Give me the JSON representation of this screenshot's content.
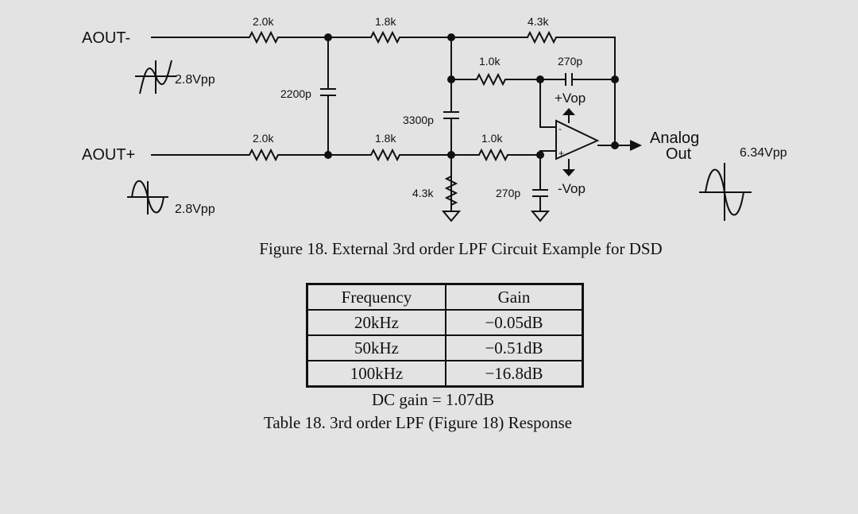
{
  "figure": {
    "input_neg": "AOUT-",
    "input_pos": "AOUT+",
    "amp_neg": "2.8Vpp",
    "amp_pos": "2.8Vpp",
    "r_in_neg": "2.0k",
    "r_in_pos": "2.0k",
    "r_mid_neg": "1.8k",
    "r_mid_pos": "1.8k",
    "r_fb_top": "4.3k",
    "r_fb_inner": "1.0k",
    "r_in_plus": "1.0k",
    "r_gnd": "4.3k",
    "c_fb": "270p",
    "c_gnd": "270p",
    "c1": "2200p",
    "c2": "3300p",
    "vop_pos": "+Vop",
    "vop_neg": "-Vop",
    "opamp_minus": "-",
    "opamp_plus": "+",
    "out_label_1": "Analog",
    "out_label_2": "Out",
    "out_amp": "6.34Vpp",
    "caption": "Figure 18. External 3rd order LPF Circuit Example for DSD"
  },
  "table": {
    "headers": [
      "Frequency",
      "Gain"
    ],
    "rows": [
      [
        "20kHz",
        "−0.05dB"
      ],
      [
        "50kHz",
        "−0.51dB"
      ],
      [
        "100kHz",
        "−16.8dB"
      ]
    ],
    "note": "DC gain = 1.07dB",
    "caption": "Table 18. 3rd order LPF (Figure 18) Response"
  }
}
